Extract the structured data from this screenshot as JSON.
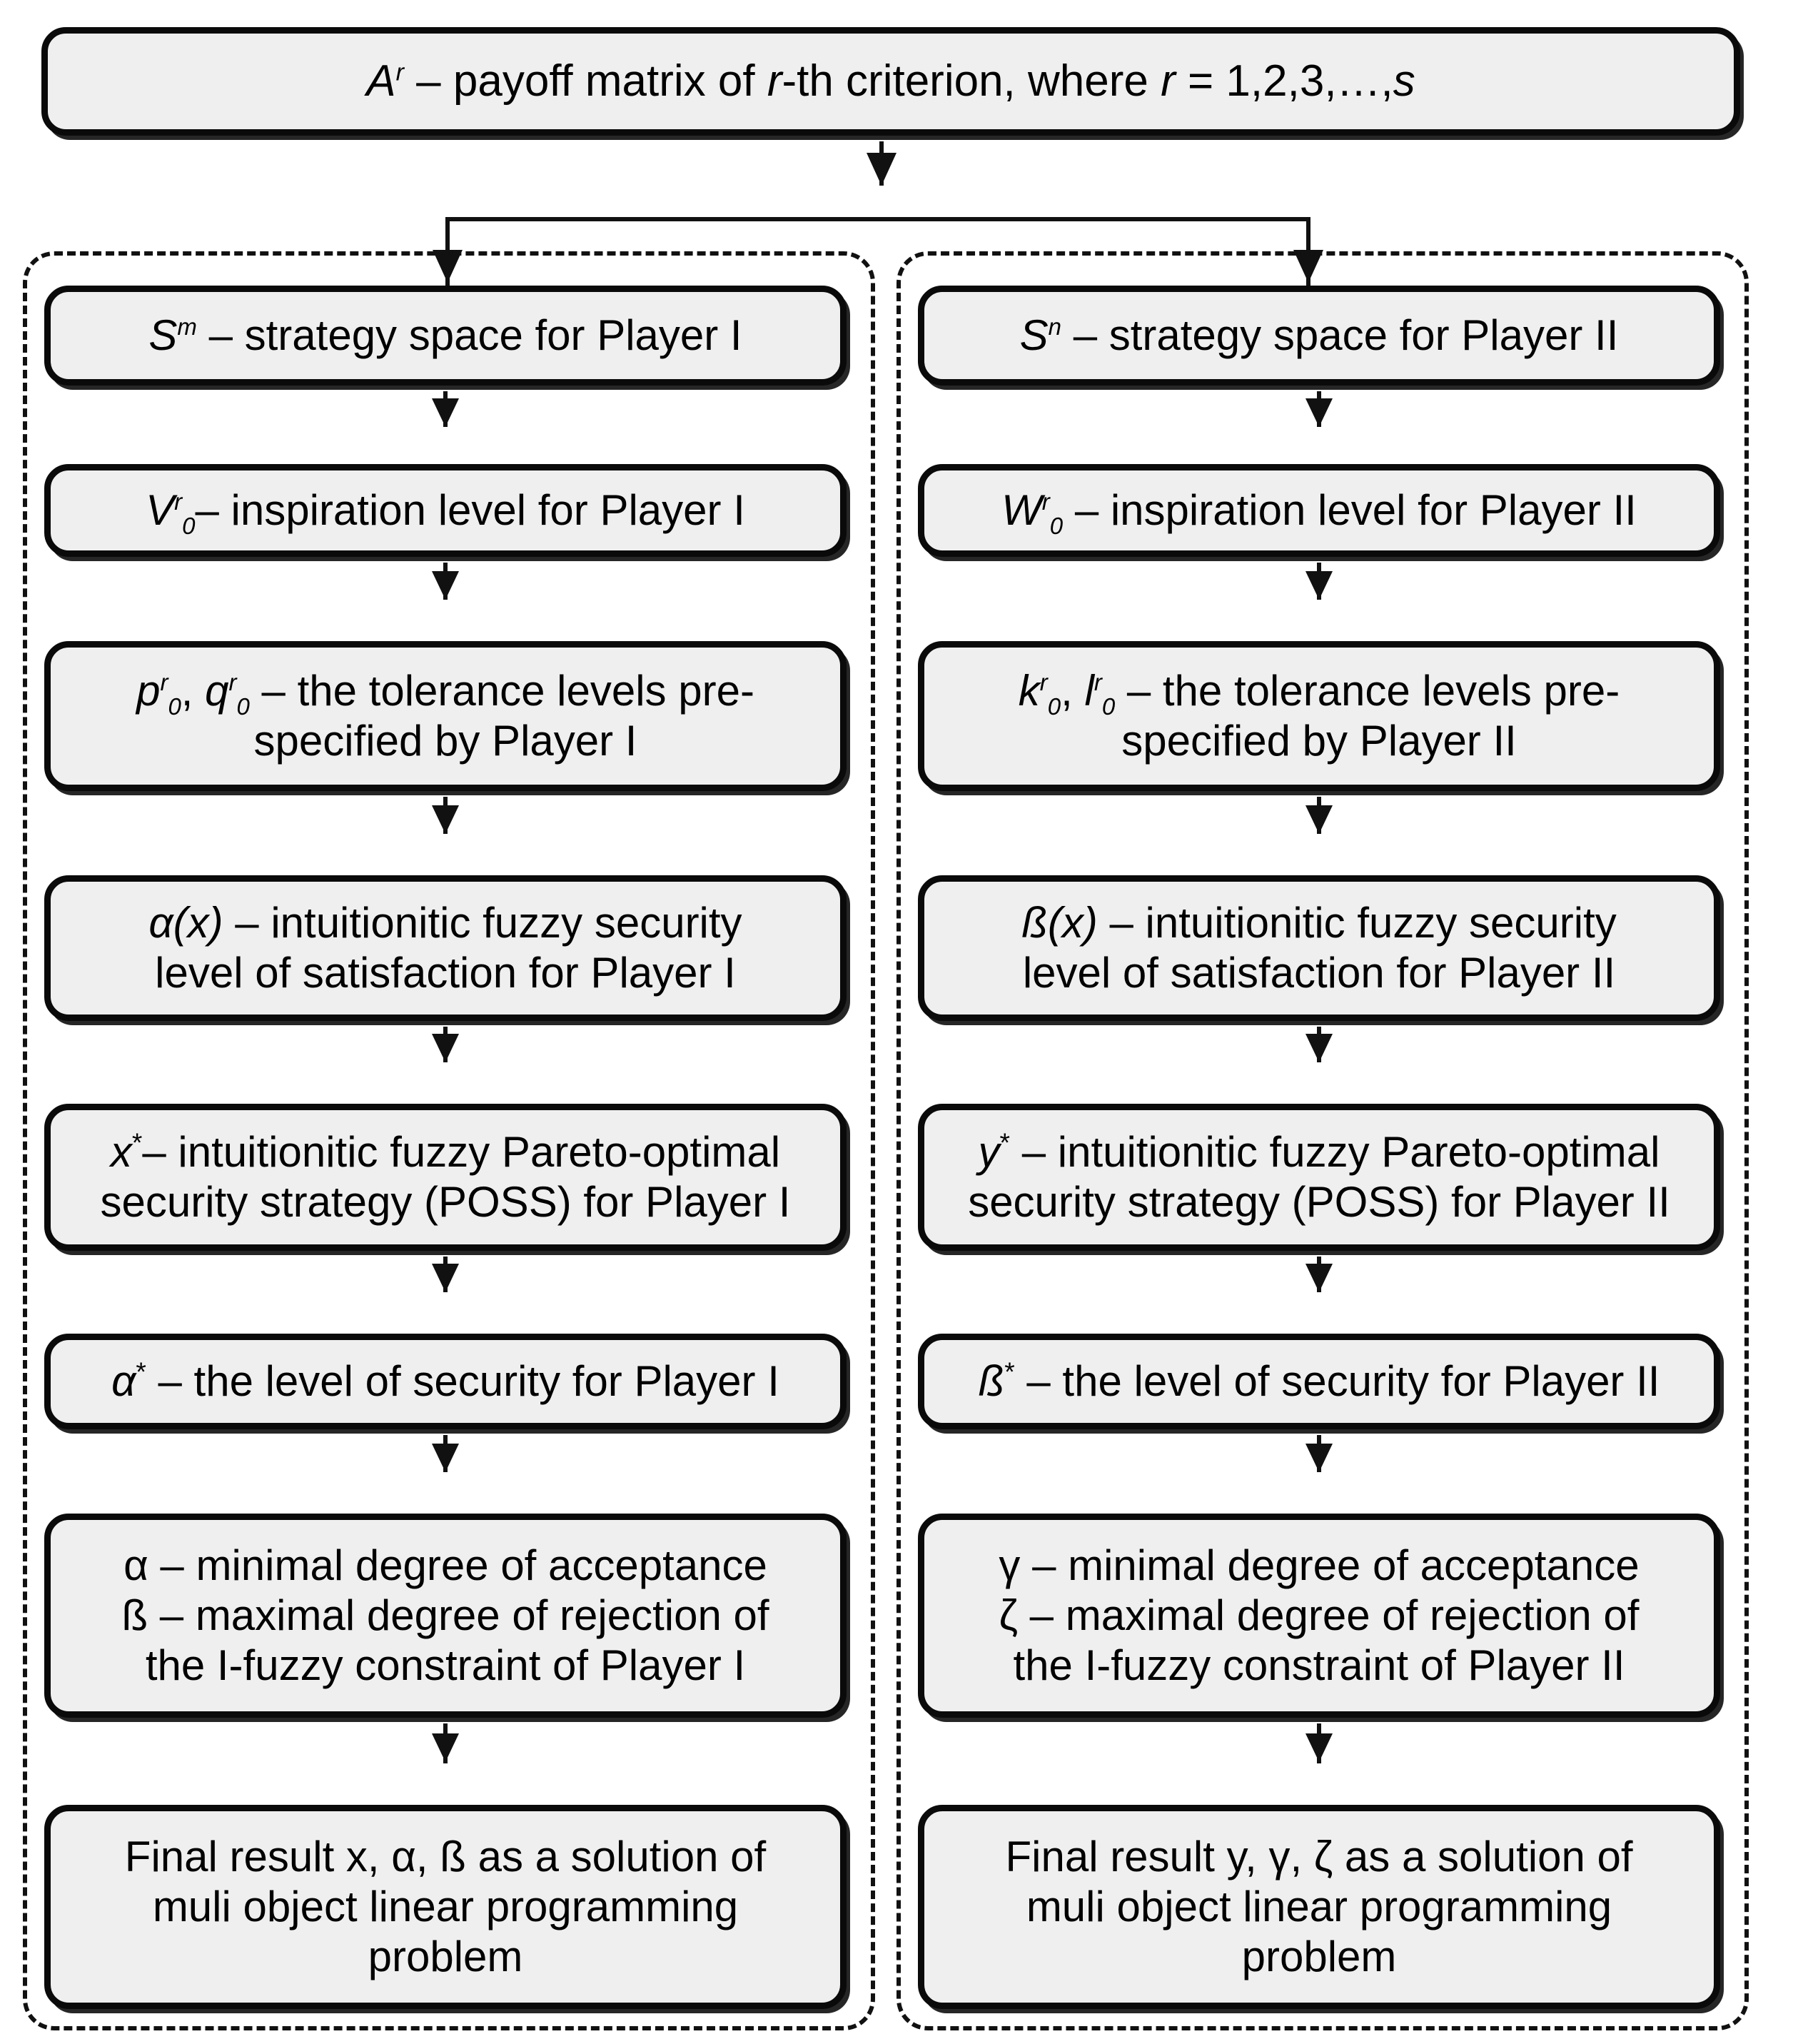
{
  "diagram": {
    "title_box": {
      "symbol": "A",
      "superscript": "r",
      "text_1": " – payoff matrix of ",
      "var_r": "r",
      "text_2": "-th criterion, where ",
      "var_r2": "r",
      "text_3": " = 1,2,3,…,",
      "var_s": "s"
    },
    "columns": [
      {
        "id": "player-i",
        "player": "Player I",
        "steps": [
          {
            "id": "strategy-space",
            "sym": "S",
            "sup": "m",
            "sub": "",
            "lines": [
              "– strategy space for Player I"
            ]
          },
          {
            "id": "inspiration-level",
            "sym": "V",
            "sup": "r",
            "sub": "0",
            "lines": [
              "– inspiration level for Player I"
            ]
          },
          {
            "id": "tolerance-levels",
            "sym": "p",
            "sup": "r",
            "sub": "0",
            "sym2": "q",
            "sup2": "r",
            "sub2": "0",
            "lines": [
              "–  the tolerance levels pre-",
              "specified by Player I"
            ]
          },
          {
            "id": "security-level-satisfaction",
            "sym": "α(x)",
            "sup": "",
            "sub": "",
            "lines": [
              "– intuitionitic fuzzy security",
              "level of satisfaction for Player I"
            ]
          },
          {
            "id": "poss-strategy",
            "sym": "x",
            "sup": "*",
            "sub": "",
            "lines": [
              "– intuitionitic fuzzy Pareto-optimal",
              "security strategy (POSS) for Player I"
            ]
          },
          {
            "id": "level-of-security",
            "sym": "α",
            "sup": "*",
            "sub": "",
            "lines": [
              "– the level of security for Player I"
            ]
          },
          {
            "id": "degrees",
            "sym": "",
            "sup": "",
            "sub": "",
            "lines": [
              "α – minimal degree of acceptance",
              "ß – maximal degree of rejection of",
              "the I-fuzzy constraint of Player I"
            ]
          },
          {
            "id": "final-result",
            "sym": "",
            "sup": "",
            "sub": "",
            "lines": [
              "Final result x, α, ß as a solution of",
              "muli object linear programming",
              "problem"
            ]
          }
        ]
      },
      {
        "id": "player-ii",
        "player": "Player II",
        "steps": [
          {
            "id": "strategy-space",
            "sym": "S",
            "sup": "n",
            "sub": "",
            "lines": [
              "– strategy space for Player II"
            ]
          },
          {
            "id": "inspiration-level",
            "sym": "W",
            "sup": "r",
            "sub": "0",
            "lines": [
              "– inspiration level for Player II"
            ]
          },
          {
            "id": "tolerance-levels",
            "sym": "k",
            "sup": "r",
            "sub": "0",
            "sym2": "l",
            "sup2": "r",
            "sub2": "0",
            "lines": [
              "–  the tolerance levels pre-",
              "specified by Player II"
            ]
          },
          {
            "id": "security-level-satisfaction",
            "sym": "ß(x)",
            "sup": "",
            "sub": "",
            "lines": [
              "– intuitionitic fuzzy security",
              "level of satisfaction for Player II"
            ]
          },
          {
            "id": "poss-strategy",
            "sym": "y",
            "sup": "*",
            "sub": "",
            "lines": [
              "– intuitionitic fuzzy Pareto-optimal",
              "security strategy (POSS) for Player II"
            ]
          },
          {
            "id": "level-of-security",
            "sym": "ß",
            "sup": "*",
            "sub": "",
            "lines": [
              "– the level of security for Player II"
            ]
          },
          {
            "id": "degrees",
            "sym": "",
            "sup": "",
            "sub": "",
            "lines": [
              "γ – minimal degree of acceptance",
              "ζ – maximal degree of rejection of",
              "the I-fuzzy constraint of Player II"
            ]
          },
          {
            "id": "final-result",
            "sym": "",
            "sup": "",
            "sub": "",
            "lines": [
              "Final result y, γ, ζ as a solution of",
              "muli object linear programming",
              "problem"
            ]
          }
        ]
      }
    ],
    "colors": {
      "box_fill": "#efefef",
      "box_border": "#0a0a0a",
      "connector": "#111111",
      "page_bg": "#ffffff"
    }
  }
}
